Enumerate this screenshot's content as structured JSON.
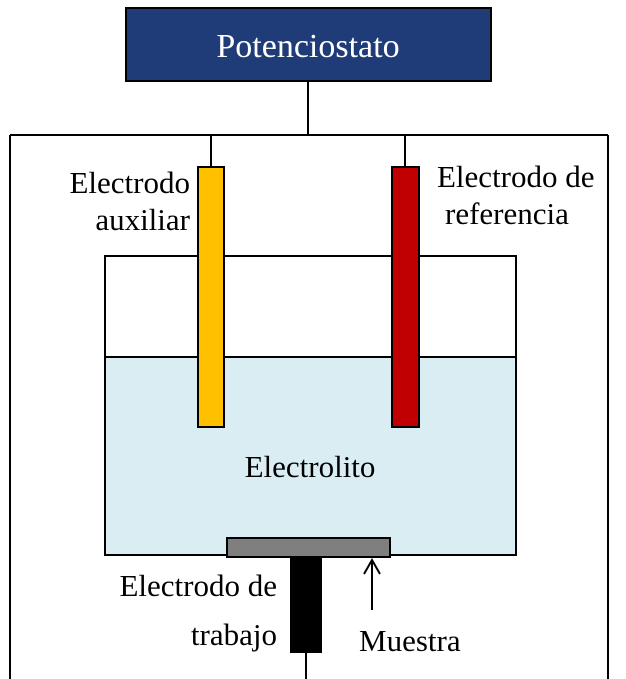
{
  "title": "Potenciostato",
  "labels": {
    "auxiliary_line1": "Electrodo",
    "auxiliary_line2": "auxiliar",
    "reference_line1": "Electrodo de",
    "reference_line2": "referencia",
    "electrolyte": "Electrolito",
    "working_line1": "Electrodo de",
    "working_line2": "trabajo",
    "sample": "Muestra"
  },
  "colors": {
    "potentiostat_fill": "#1f3c78",
    "auxiliary_electrode": "#ffc000",
    "reference_electrode": "#c00000",
    "electrolyte": "#daedf3",
    "sample": "#7f7f7f",
    "working_electrode": "#000000"
  }
}
